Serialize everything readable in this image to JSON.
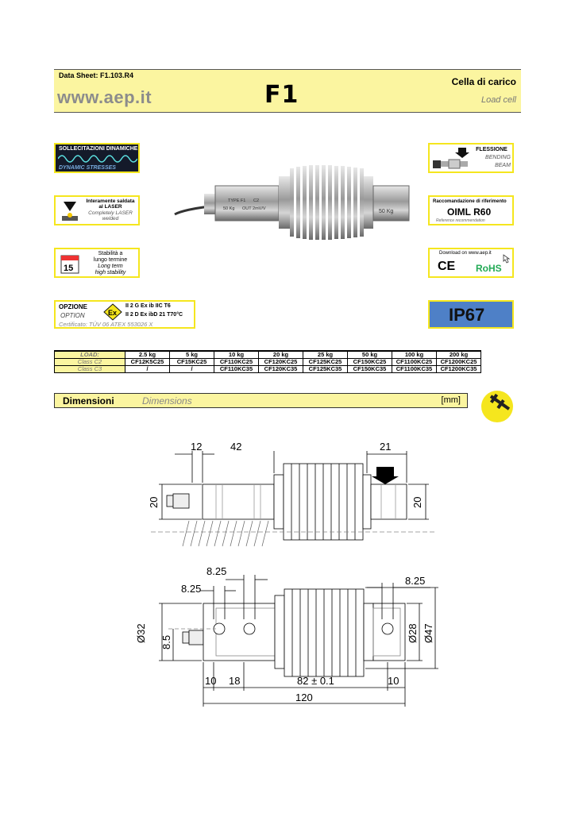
{
  "header": {
    "datasheet": "Data Sheet: F1.103.R4",
    "website": "www.aep.it",
    "title": "F1",
    "subtitle_it": "Cella di carico",
    "subtitle_en": "Load cell"
  },
  "badges": {
    "dynamic": {
      "line1": "SOLLECITAZIONI DINAMICHE",
      "line2": "DYNAMIC STRESSES"
    },
    "laser": {
      "line1": "Interamente saldata",
      "line2": "al LASER",
      "line3": "Completely LASER",
      "line4": "welded"
    },
    "stability": {
      "day": "15",
      "line1": "Stabilità a",
      "line2": "lungo termine",
      "line3": "Long term",
      "line4": "high stability"
    },
    "option": {
      "line1": "OPZIONE",
      "line2": "OPTION",
      "ex": "Ex",
      "atex1": "II 2 G Ex ib IIC T6",
      "atex2": "II 2 D Ex ibD 21 T70°C",
      "cert": "Certificato: TÜV 06 ATEX 553026 X"
    },
    "bending": {
      "line1": "FLESSIONE",
      "line2": "BENDING",
      "line3": "BEAM"
    },
    "oiml": {
      "line1": "Raccomandazione di riferimento",
      "line2": "OIML R60",
      "line3": "Reference recommendation"
    },
    "ce": {
      "line1": "Download on www.aep.it",
      "ce": "CE",
      "rohs": "RoHS"
    },
    "ip": {
      "label": "IP67"
    }
  },
  "photo_labels": {
    "label1": "TYPE F1",
    "label2": "C2",
    "label3": "50 Kg",
    "label4": "OUT 2mV/V",
    "label5": "50 Kg"
  },
  "load_table": {
    "header": "LOAD:",
    "loads": [
      "2.5 kg",
      "5 kg",
      "10 kg",
      "20 kg",
      "25 kg",
      "50 kg",
      "100 kg",
      "200 kg"
    ],
    "rows": [
      {
        "label": "Class C2",
        "values": [
          "CF12K5C25",
          "CF15KC25",
          "CF110KC25",
          "CF120KC25",
          "CF125KC25",
          "CF150KC25",
          "CF1100KC25",
          "CF1200KC25"
        ]
      },
      {
        "label": "Class C3",
        "values": [
          "/",
          "/",
          "CF110KC35",
          "CF120KC35",
          "CF125KC35",
          "CF150KC35",
          "CF1100KC35",
          "CF1200KC35"
        ]
      }
    ]
  },
  "dimensions": {
    "title_it": "Dimensioni",
    "title_en": "Dimensions",
    "unit": "[mm]",
    "top_view": {
      "d12": "12",
      "d42": "42",
      "d21": "21",
      "h_left": "20",
      "h_right": "20"
    },
    "front_view": {
      "d825a": "8.25",
      "d825b": "8.25",
      "d825c": "8.25",
      "d32": "Ø32",
      "d85": "8.5",
      "d28": "Ø28",
      "d47": "Ø47",
      "d10a": "10",
      "d18": "18",
      "d82": "82 ± 0.1",
      "d10b": "10",
      "d120": "120"
    }
  }
}
